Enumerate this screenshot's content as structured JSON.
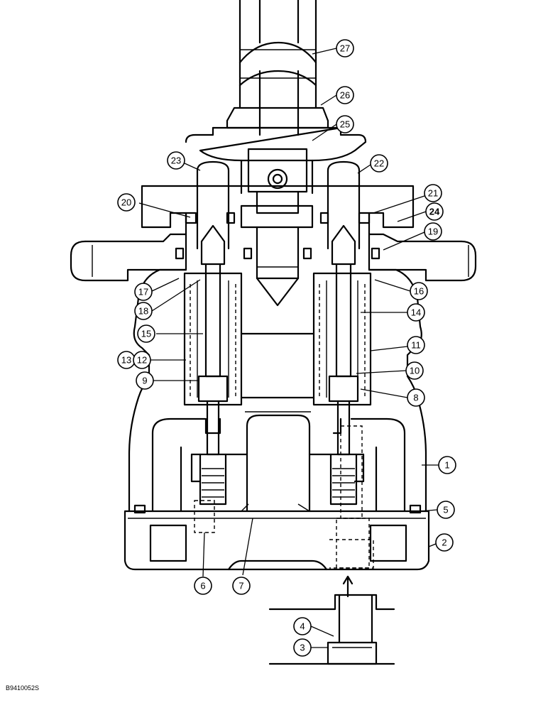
{
  "figure_code": "B9410052S",
  "callouts": [
    {
      "id": "c27",
      "label": "27"
    },
    {
      "id": "c26",
      "label": "26"
    },
    {
      "id": "c25",
      "label": "25"
    },
    {
      "id": "c23",
      "label": "23"
    },
    {
      "id": "c22",
      "label": "22"
    },
    {
      "id": "c20",
      "label": "20"
    },
    {
      "id": "c21",
      "label": "21"
    },
    {
      "id": "c24",
      "label": "24"
    },
    {
      "id": "c19",
      "label": "19"
    },
    {
      "id": "c17",
      "label": "17"
    },
    {
      "id": "c18",
      "label": "18"
    },
    {
      "id": "c16",
      "label": "16"
    },
    {
      "id": "c14",
      "label": "14"
    },
    {
      "id": "c15",
      "label": "15"
    },
    {
      "id": "c13",
      "label": "13"
    },
    {
      "id": "c12",
      "label": "12"
    },
    {
      "id": "c11",
      "label": "11"
    },
    {
      "id": "c10",
      "label": "10"
    },
    {
      "id": "c9",
      "label": "9"
    },
    {
      "id": "c8",
      "label": "8"
    },
    {
      "id": "c1",
      "label": "1"
    },
    {
      "id": "c5",
      "label": "5"
    },
    {
      "id": "c2",
      "label": "2"
    },
    {
      "id": "c6",
      "label": "6"
    },
    {
      "id": "c7",
      "label": "7"
    },
    {
      "id": "c4",
      "label": "4"
    },
    {
      "id": "c3",
      "label": "3"
    }
  ]
}
